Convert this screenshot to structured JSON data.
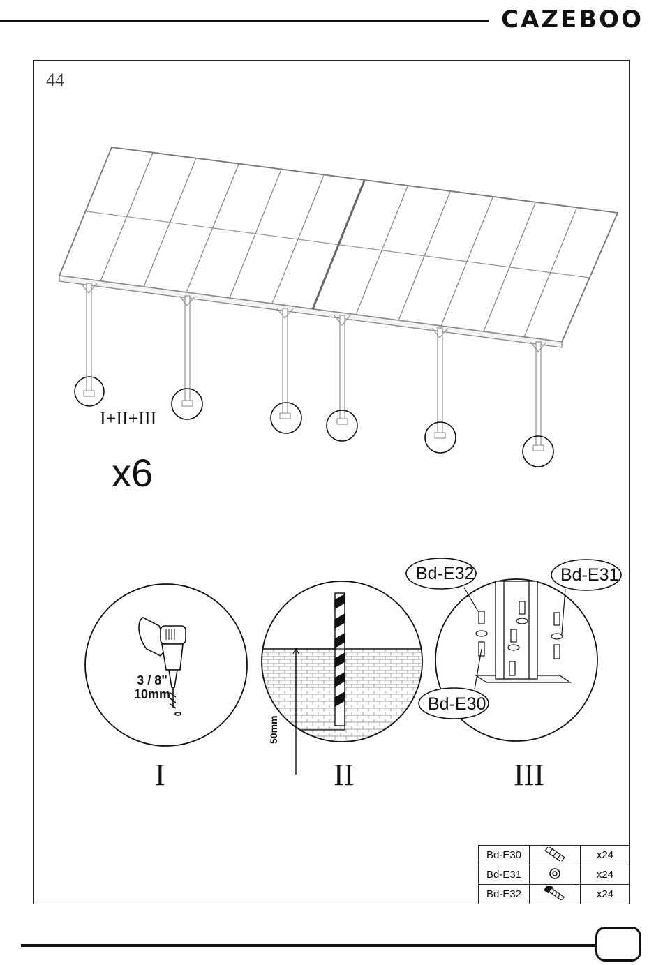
{
  "header": {
    "brand": "CAZEBOO"
  },
  "step": {
    "number": "44",
    "sequence": "I+II+III",
    "multiplier": "x6"
  },
  "panels": {
    "drill": {
      "roman": "I",
      "spec_line1": "3 / 8\"",
      "spec_line2": "10mm"
    },
    "depth": {
      "roman": "II",
      "depth_label": "50mm"
    },
    "anchor": {
      "roman": "III",
      "callout_top_left": "Bd-E32",
      "callout_top_right": "Bd-E31",
      "callout_bottom": "Bd-E30"
    }
  },
  "parts_table": [
    {
      "code": "Bd-E30",
      "icon": "wall-plug-icon",
      "qty": "x24"
    },
    {
      "code": "Bd-E31",
      "icon": "washer-icon",
      "qty": "x24"
    },
    {
      "code": "Bd-E32",
      "icon": "screw-icon",
      "qty": "x24"
    }
  ]
}
